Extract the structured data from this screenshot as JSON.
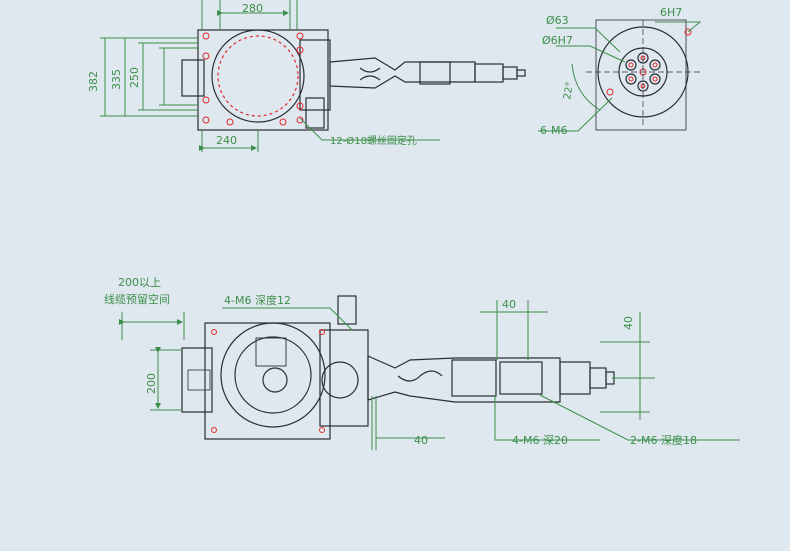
{
  "top_view": {
    "dim_width_top": "280",
    "dim_height_outer": "382",
    "dim_height_mid": "335",
    "dim_height_inner": "250",
    "dim_width_bottom": "240",
    "mounting_holes": "12-Ø18螺丝固定孔"
  },
  "flange_view": {
    "dia_outer": "Ø63",
    "dia_fit": "Ø6H7",
    "fit_tolerance": "6H7",
    "angle": "22°",
    "thread_holes": "6-M6"
  },
  "bottom_view": {
    "cable_space_line1": "200以上",
    "cable_space_line2": "线缆预留空间",
    "thread_depth_12": "4-M6 深度12",
    "dim_40_top": "40",
    "dim_40_right": "40",
    "dim_200": "200",
    "dim_40_bottom": "40",
    "thread_depth_20": "4-M6 深20",
    "thread_depth_18": "2-M6 深度18"
  },
  "colors": {
    "background": "#dfe7ef",
    "drawing": "#2a2e33",
    "dimension": "#3c8f4a",
    "accent": "#e02a2a"
  }
}
